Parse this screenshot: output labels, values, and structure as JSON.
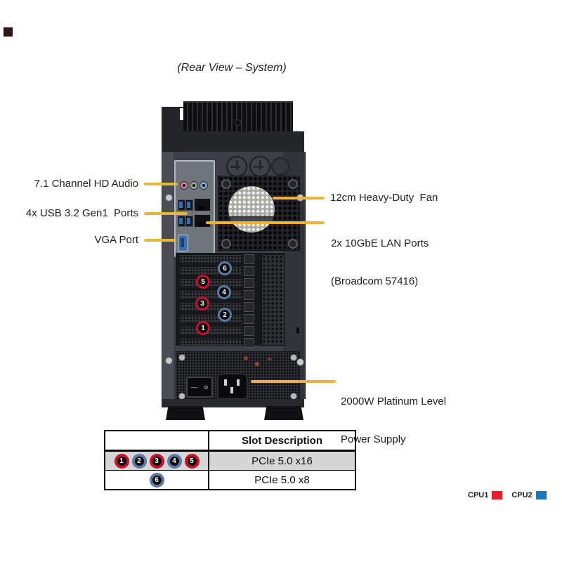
{
  "title": "(Rear View – System)",
  "labels": {
    "audio": "7.1 Channel HD Audio",
    "usb": "4x USB 3.2 Gen1  Ports",
    "vga": "VGA Port",
    "fan": "12cm Heavy-Duty  Fan",
    "lan_line1": "2x 10GbE LAN Ports",
    "lan_line2": "(Broadcom 57416)",
    "psu_line1": "2000W Platinum Level",
    "psu_line2": "Power Supply"
  },
  "markers": [
    {
      "number": "6",
      "cpu": "CPU2",
      "color": "#5b79a8"
    },
    {
      "number": "5",
      "cpu": "CPU1",
      "color": "#c8102e"
    },
    {
      "number": "4",
      "cpu": "CPU2",
      "color": "#5b79a8"
    },
    {
      "number": "3",
      "cpu": "CPU1",
      "color": "#c8102e"
    },
    {
      "number": "2",
      "cpu": "CPU2",
      "color": "#5b79a8"
    },
    {
      "number": "1",
      "cpu": "CPU1",
      "color": "#c8102e"
    }
  ],
  "table": {
    "header": "Slot Description",
    "rows": [
      {
        "slots": [
          {
            "n": "1",
            "color": "#c8102e"
          },
          {
            "n": "2",
            "color": "#5b79a8"
          },
          {
            "n": "3",
            "color": "#c8102e"
          },
          {
            "n": "4",
            "color": "#5b79a8"
          },
          {
            "n": "5",
            "color": "#c8102e"
          }
        ],
        "description": "PCIe 5.0 x16"
      },
      {
        "slots": [
          {
            "n": "6",
            "color": "#5b79a8"
          }
        ],
        "description": "PCIe 5.0 x8"
      }
    ]
  },
  "legend": {
    "items": [
      {
        "label": "CPU1",
        "color": "#ec1c24"
      },
      {
        "label": "CPU2",
        "color": "#1b75bc"
      }
    ]
  },
  "colors": {
    "leader_line": "#e8b43c",
    "highlight_row": "#d5d5d5",
    "cpu1_red": "#c8102e",
    "cpu2_blue": "#5b79a8"
  },
  "switch": {
    "off_glyph": "—",
    "on_glyph": "o"
  }
}
